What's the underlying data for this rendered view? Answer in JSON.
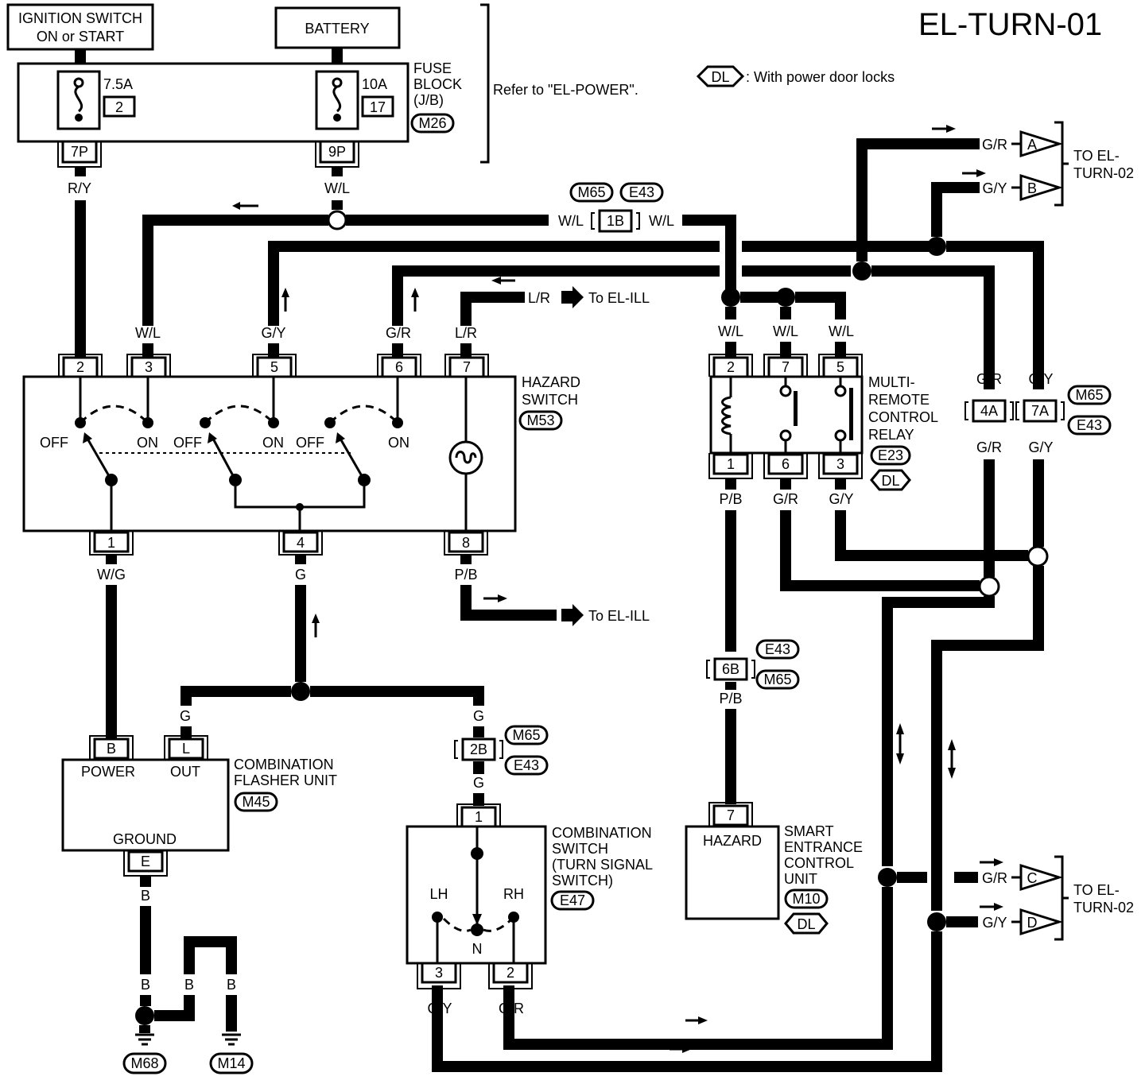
{
  "diagram_id": "EL-TURN-01",
  "legend": {
    "tag": "DL",
    "text": ": With power door locks"
  },
  "refer_note": "Refer to \"EL-POWER\".",
  "ignition": {
    "line1": "IGNITION SWITCH",
    "line2": "ON or START"
  },
  "battery": "BATTERY",
  "fuse_block": {
    "line1": "FUSE",
    "line2": "BLOCK",
    "line3": "(J/B)",
    "connector": "M26",
    "fuse1_amp": "7.5A",
    "fuse1_no": "2",
    "fuse1_pin": "7P",
    "fuse2_amp": "10A",
    "fuse2_no": "17",
    "fuse2_pin": "9P"
  },
  "wires": {
    "ry": "R/Y",
    "wl": "W/L",
    "gy": "G/Y",
    "gr": "G/R",
    "lr": "L/R",
    "wg": "W/G",
    "g": "G",
    "pb": "P/B",
    "b": "B"
  },
  "junction_1b": {
    "pin": "1B",
    "conn1": "M65",
    "conn2": "E43"
  },
  "el_ill": "To EL-ILL",
  "hazard_switch": {
    "name1": "HAZARD",
    "name2": "SWITCH",
    "connector": "M53",
    "pins_top": [
      "2",
      "3",
      "5",
      "6",
      "7"
    ],
    "pins_bottom": [
      "1",
      "4",
      "8"
    ],
    "off": "OFF",
    "on": "ON"
  },
  "relay": {
    "name1": "MULTI-",
    "name2": "REMOTE",
    "name3": "CONTROL",
    "name4": "RELAY",
    "connector": "E23",
    "tag": "DL",
    "pins_top": [
      "2",
      "7",
      "5"
    ],
    "pins_bottom": [
      "1",
      "6",
      "3"
    ]
  },
  "junction_4a": {
    "pin": "4A"
  },
  "junction_7a": {
    "pin": "7A",
    "conn1": "M65",
    "conn2": "E43"
  },
  "to_turn02": {
    "line1": "TO EL-",
    "line2": "TURN-02"
  },
  "arrows_right": [
    "A",
    "B",
    "C",
    "D"
  ],
  "flasher": {
    "name1": "COMBINATION",
    "name2": "FLASHER UNIT",
    "connector": "M45",
    "power": "POWER",
    "out": "OUT",
    "ground": "GROUND",
    "pin_b": "B",
    "pin_l": "L",
    "pin_e": "E"
  },
  "junction_2b": {
    "pin": "2B",
    "conn1": "M65",
    "conn2": "E43"
  },
  "combo_switch": {
    "name1": "COMBINATION",
    "name2": "SWITCH",
    "name3": "(TURN SIGNAL",
    "name4": "SWITCH)",
    "connector": "E47",
    "lh": "LH",
    "rh": "RH",
    "n": "N",
    "pin_top": "1",
    "pin_l": "3",
    "pin_r": "2"
  },
  "junction_6b": {
    "pin": "6B",
    "conn1": "E43",
    "conn2": "M65"
  },
  "smart_unit": {
    "name1": "SMART",
    "name2": "ENTRANCE",
    "name3": "CONTROL",
    "name4": "UNIT",
    "connector": "M10",
    "tag": "DL",
    "hazard": "HAZARD",
    "pin": "7"
  },
  "grounds": [
    "M68",
    "M14"
  ]
}
